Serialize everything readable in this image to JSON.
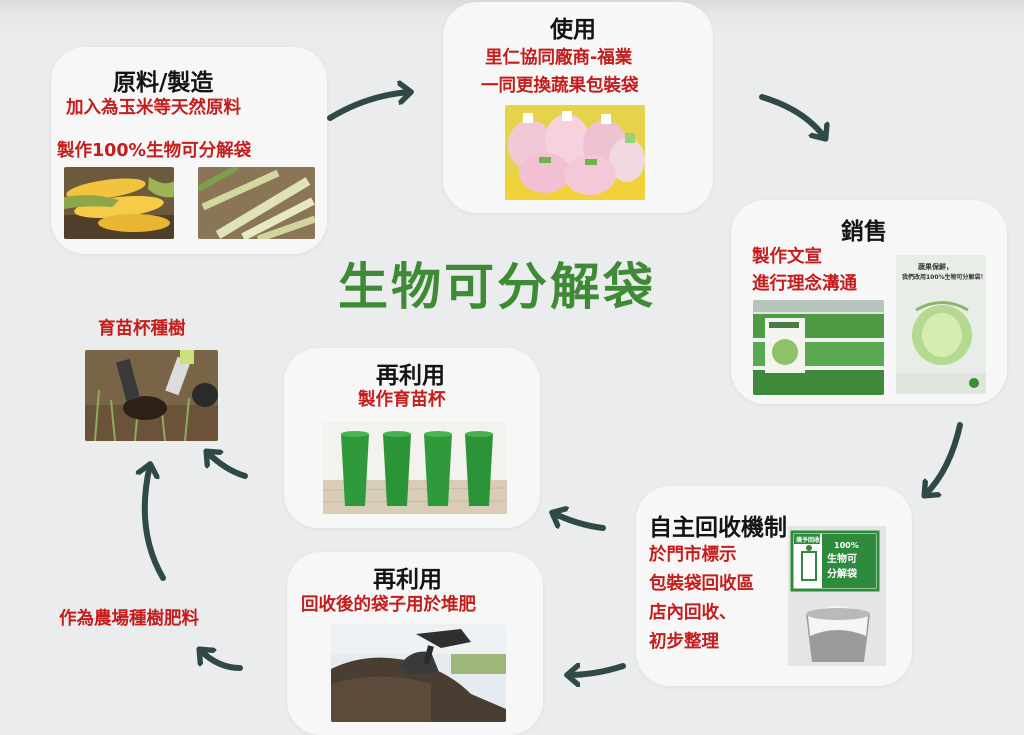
{
  "main_title": "生物可分解袋",
  "colors": {
    "title_green": "#3f8a35",
    "accent_red": "#c51c1c",
    "arrow": "#2f4a45",
    "card_bg": "#f7f7f7"
  },
  "stages": {
    "raw": {
      "title": "原料/製造",
      "lines": [
        "加入為玉米等天然原料",
        "製作100%生物可分解袋"
      ]
    },
    "use": {
      "title": "使用",
      "lines": [
        "里仁協同廠商-福業",
        "一同更換蔬果包裝袋"
      ]
    },
    "sales": {
      "title": "銷售",
      "lines": [
        "製作文宣",
        "進行理念溝通"
      ]
    },
    "recycle": {
      "title": "自主回收機制",
      "lines": [
        "於門市標示",
        "包裝袋回收區",
        "店內回收、",
        "初步整理"
      ]
    },
    "reuse_compost": {
      "title": "再利用",
      "lines": [
        "回收後的袋子用於堆肥"
      ]
    },
    "reuse_cups": {
      "title": "再利用",
      "lines": [
        "製作育苗杯"
      ]
    }
  },
  "labels": {
    "seedling": "育苗杯種樹",
    "fertilizer": "作為農場種樹肥料"
  },
  "poster": {
    "line1": "蔬果保鮮，",
    "line2": "我們改用100%生物可分解袋！"
  },
  "bin_sign": {
    "small": "墳予回收",
    "line1": "100%",
    "line2": "生物可",
    "line3": "分解袋"
  }
}
